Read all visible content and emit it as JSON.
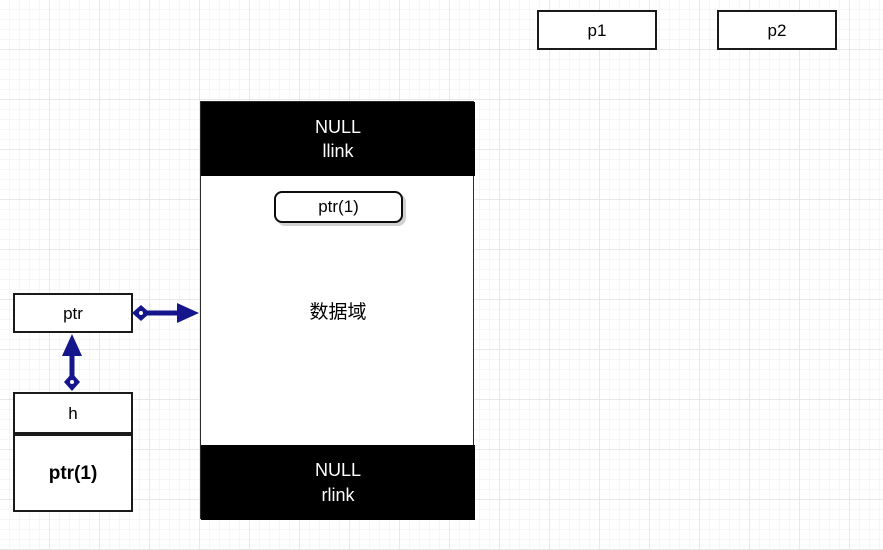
{
  "diagram": {
    "title": "linked-list node diagram",
    "accent_color": "#16168c",
    "node_band_color": "#000000",
    "node_band_text_color": "#ffffff",
    "outline_color": "#1a1a1a"
  },
  "pointer_boxes": [
    {
      "id": "p1",
      "label": "p1"
    },
    {
      "id": "p2",
      "label": "p2"
    },
    {
      "id": "ptr",
      "label": "ptr"
    }
  ],
  "head_box": {
    "top_label": "h",
    "bottom_label": "ptr(1)"
  },
  "node": {
    "llink": {
      "value": "NULL",
      "field": "llink"
    },
    "rlink": {
      "value": "NULL",
      "field": "rlink"
    },
    "data_label": "数据域",
    "inner_pointer_label": "ptr(1)"
  },
  "connectors": [
    {
      "id": "ptr-to-node",
      "from": "ptr",
      "to": "node",
      "start_marker": "diamond",
      "end_marker": "arrow",
      "orientation": "horizontal"
    },
    {
      "id": "h-to-ptr",
      "from": "h",
      "to": "ptr",
      "start_marker": "diamond",
      "end_marker": "arrow",
      "orientation": "vertical"
    }
  ]
}
